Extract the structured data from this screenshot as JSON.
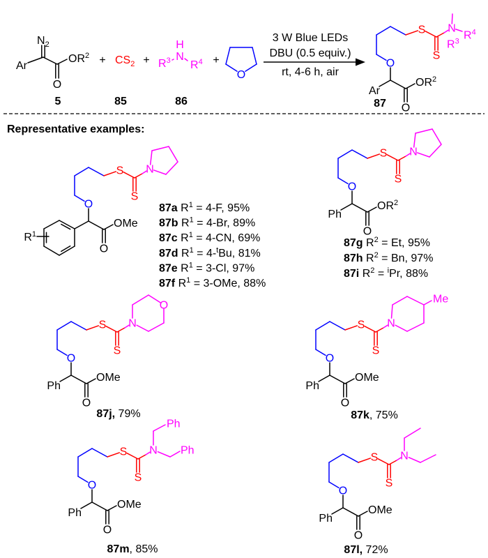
{
  "scheme": {
    "reactant5": {
      "diazo": [
        [
          "N",
          ""
        ],
        [
          "2",
          "sub"
        ]
      ],
      "aryl": "Ar",
      "carbonyl_o": "O",
      "ester": [
        [
          "OR",
          ""
        ],
        [
          "2",
          "sup"
        ]
      ],
      "label": "5"
    },
    "plus_signs": [
      "+",
      "+",
      "+"
    ],
    "cs2": {
      "formula": [
        [
          "CS",
          ""
        ],
        [
          "2",
          "sub"
        ]
      ],
      "label": "85"
    },
    "amine": {
      "h": "H",
      "n": "N",
      "r3": [
        [
          "R",
          ""
        ],
        [
          "3",
          "sup"
        ]
      ],
      "r4": [
        [
          "R",
          ""
        ],
        [
          "4",
          "sup"
        ]
      ],
      "label": "86"
    },
    "thf": {
      "o": "O"
    },
    "conditions": [
      "3 W Blue LEDs",
      "DBU (0.5 equiv.)",
      "rt, 4-6 h, air"
    ],
    "product": {
      "aryl": "Ar",
      "ester": [
        [
          "OR",
          ""
        ],
        [
          "2",
          "sup"
        ]
      ],
      "r3": [
        [
          "R",
          ""
        ],
        [
          "3",
          "sup"
        ]
      ],
      "r4": [
        [
          "R",
          ""
        ],
        [
          "4",
          "sup"
        ]
      ],
      "label": "87"
    }
  },
  "atoms": {
    "O": "O",
    "S": "S",
    "N": "N",
    "Ph": "Ph",
    "Me": "Me",
    "OMe": "OMe"
  },
  "section_heading": "Representative examples:",
  "examples": {
    "aryl_series": {
      "r1": [
        [
          "R",
          ""
        ],
        [
          "1",
          "sup"
        ]
      ],
      "lines": [
        [
          [
            "87a",
            "b"
          ],
          [
            " R",
            ""
          ],
          [
            "1",
            "sup"
          ],
          [
            " = 4-F, 95%",
            ""
          ]
        ],
        [
          [
            "87b",
            "b"
          ],
          [
            " R",
            ""
          ],
          [
            "1",
            "sup"
          ],
          [
            " = 4-Br, 89%",
            ""
          ]
        ],
        [
          [
            "87c",
            "b"
          ],
          [
            " R",
            ""
          ],
          [
            "1",
            "sup"
          ],
          [
            " = 4-CN, 69%",
            ""
          ]
        ],
        [
          [
            "87d",
            "b"
          ],
          [
            " R",
            ""
          ],
          [
            "1",
            "sup"
          ],
          [
            " = 4-",
            ""
          ],
          [
            "t",
            "sup"
          ],
          [
            "Bu, 81%",
            ""
          ]
        ],
        [
          [
            "87e",
            "b"
          ],
          [
            " R",
            ""
          ],
          [
            "1",
            "sup"
          ],
          [
            " = 3-Cl, 97%",
            ""
          ]
        ],
        [
          [
            "87f",
            "b"
          ],
          [
            " R",
            ""
          ],
          [
            "1",
            "sup"
          ],
          [
            " = 3-OMe, 88%",
            ""
          ]
        ]
      ]
    },
    "ester_series": {
      "ester": [
        [
          "OR",
          ""
        ],
        [
          "2",
          "sup"
        ]
      ],
      "lines": [
        [
          [
            "87g",
            "b"
          ],
          [
            " R",
            ""
          ],
          [
            "2",
            "sup"
          ],
          [
            " = Et, 95%",
            ""
          ]
        ],
        [
          [
            "87h",
            "b"
          ],
          [
            " R",
            ""
          ],
          [
            "2",
            "sup"
          ],
          [
            " = Bn, 97%",
            ""
          ]
        ],
        [
          [
            "87i",
            "b"
          ],
          [
            " R",
            ""
          ],
          [
            "2",
            "sup"
          ],
          [
            " = ",
            ""
          ],
          [
            "i",
            "sup"
          ],
          [
            "Pr, 88%",
            ""
          ]
        ]
      ]
    },
    "morpholine": {
      "label": [
        [
          "87j,",
          "b"
        ],
        [
          " 79%",
          ""
        ]
      ]
    },
    "methylpiperidine": {
      "label": [
        [
          "87k",
          "b"
        ],
        [
          ", 75%",
          ""
        ]
      ]
    },
    "dibenzyl": {
      "label": [
        [
          "87m",
          "b"
        ],
        [
          ", 85%",
          ""
        ]
      ]
    },
    "diethyl": {
      "label": [
        [
          "87l,",
          "b"
        ],
        [
          " 72%",
          ""
        ]
      ]
    }
  },
  "colors": {
    "linker": "#0000FF",
    "cs2": "#FF0000",
    "amine": "#FF00FF",
    "core": "#000000"
  }
}
